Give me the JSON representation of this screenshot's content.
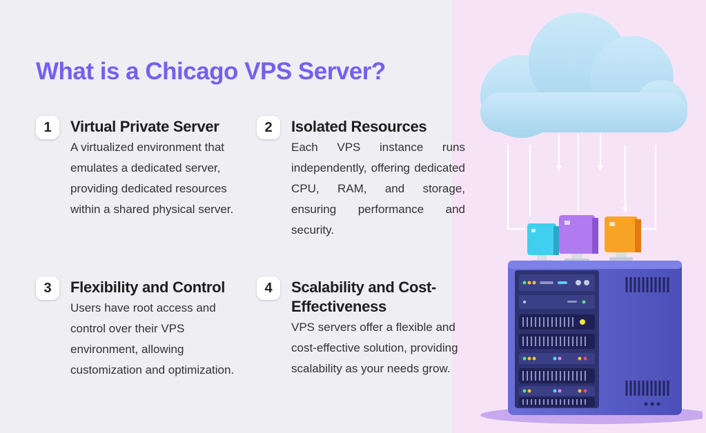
{
  "title": "What is a Chicago VPS Server?",
  "features": [
    {
      "number": "1",
      "title": "Virtual Private Server",
      "description": "A virtualized environment that emulates a dedicated server, providing dedicated resources within a shared physical server."
    },
    {
      "number": "2",
      "title": "Isolated Resources",
      "description": "Each VPS instance runs independently, offering dedicated CPU, RAM, and storage, ensuring performance and security."
    },
    {
      "number": "3",
      "title": "Flexibility and Control",
      "description": "Users have root access and control over their VPS environment, allowing customization and optimization."
    },
    {
      "number": "4",
      "title": "Scalability and Cost-Effectiveness",
      "description": "VPS servers offer a flexible and cost-effective solution, providing scalability as your needs grow."
    }
  ],
  "illustration": {
    "icons": [
      "cloud-icon",
      "server-rack-icon",
      "computer-monitor-icon"
    ],
    "colors": {
      "accent": "#7460ee",
      "cloud": "#b9e2f5",
      "rack": "#5b5fc9",
      "monitor_cyan": "#3fd0ef",
      "monitor_purple": "#b07af0",
      "monitor_orange": "#f7a325"
    }
  }
}
